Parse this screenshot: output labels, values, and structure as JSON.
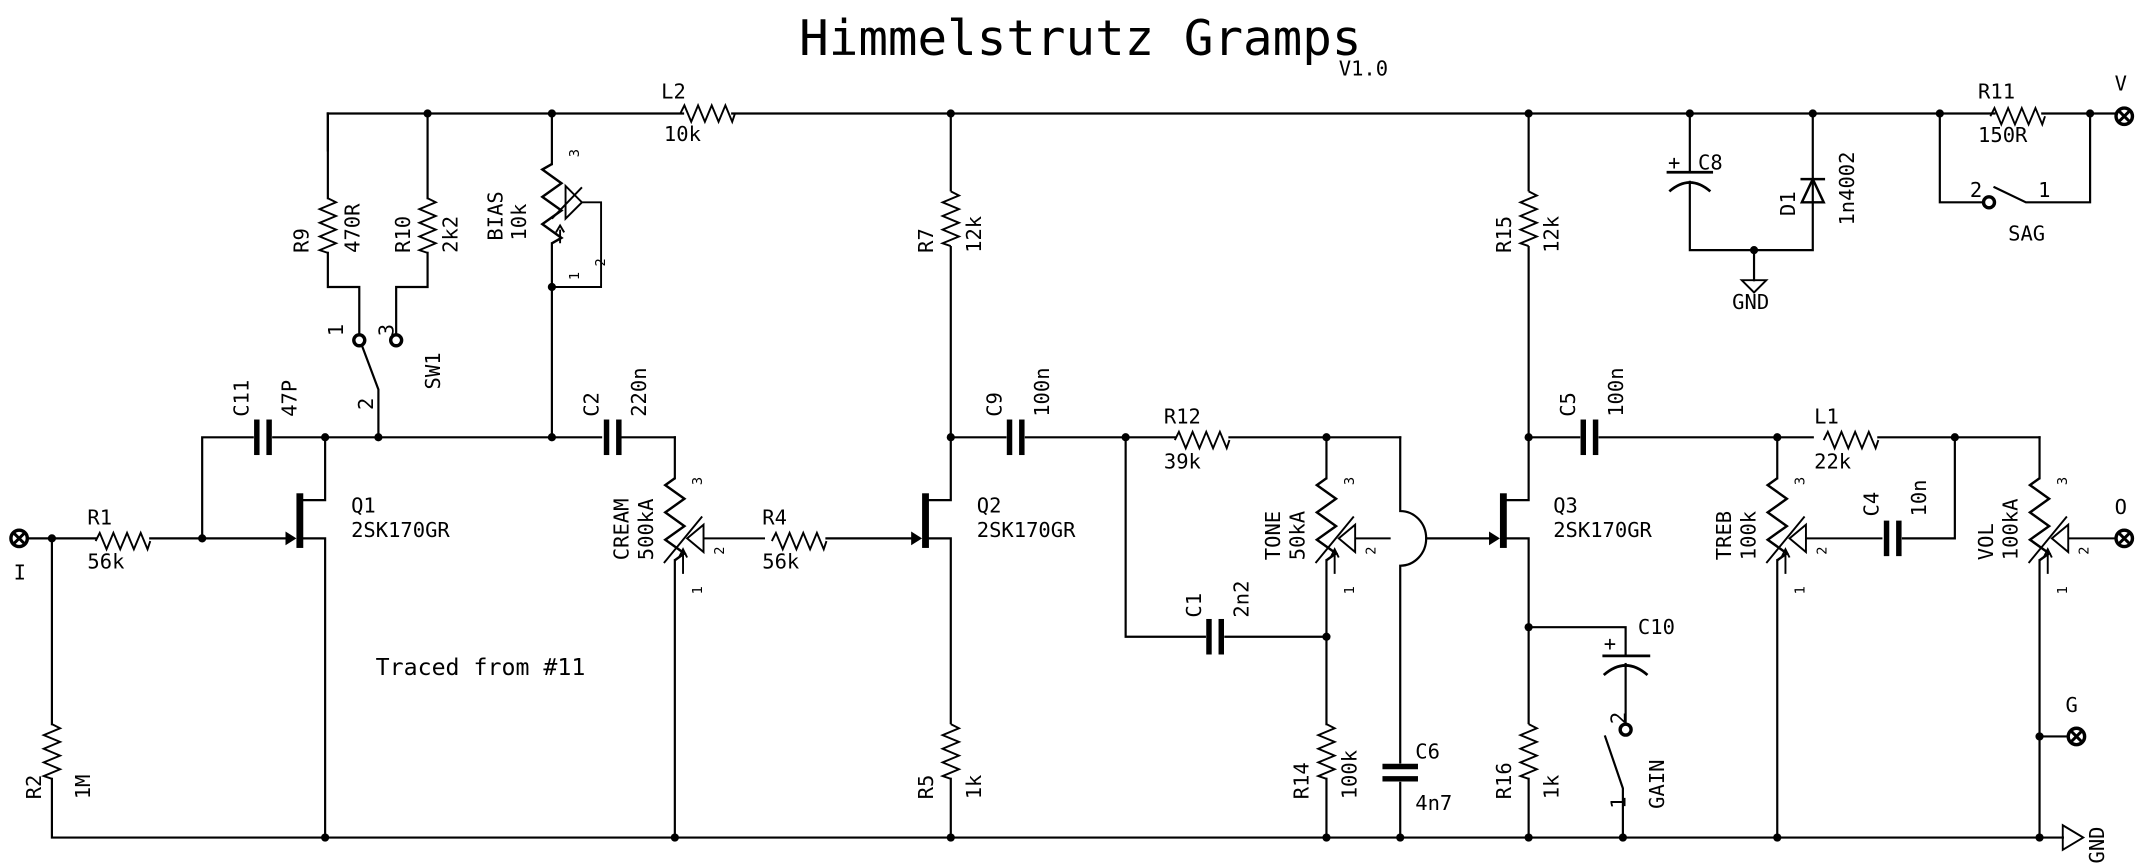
{
  "title": "Himmelstrutz Gramps",
  "version": "V1.0",
  "note": "Traced from #11",
  "colors": {
    "ink": "#000000",
    "background": "#ffffff"
  },
  "terminals": {
    "input": "I",
    "output": "O",
    "power": "V",
    "ground": "G"
  },
  "ground_labels": {
    "psu": "GND",
    "main": "GND"
  },
  "resistors": {
    "R1": {
      "name": "R1",
      "value": "56k"
    },
    "R2": {
      "name": "R2",
      "value": "1M"
    },
    "R4": {
      "name": "R4",
      "value": "56k"
    },
    "R5": {
      "name": "R5",
      "value": "1k"
    },
    "R7": {
      "name": "R7",
      "value": "12k"
    },
    "R9": {
      "name": "R9",
      "value": "470R"
    },
    "R10": {
      "name": "R10",
      "value": "2k2"
    },
    "R11": {
      "name": "R11",
      "value": "150R"
    },
    "R12": {
      "name": "R12",
      "value": "39k"
    },
    "R14": {
      "name": "R14",
      "value": "100k"
    },
    "R15": {
      "name": "R15",
      "value": "12k"
    },
    "R16": {
      "name": "R16",
      "value": "1k"
    },
    "L1": {
      "name": "L1",
      "value": "22k"
    },
    "L2": {
      "name": "L2",
      "value": "10k"
    }
  },
  "capacitors": {
    "C1": {
      "name": "C1",
      "value": "2n2"
    },
    "C2": {
      "name": "C2",
      "value": "220n"
    },
    "C4": {
      "name": "C4",
      "value": "10n"
    },
    "C5": {
      "name": "C5",
      "value": "100n"
    },
    "C6": {
      "name": "C6",
      "value": "4n7"
    },
    "C8": {
      "name": "C8",
      "value": ""
    },
    "C9": {
      "name": "C9",
      "value": "100n"
    },
    "C10": {
      "name": "C10",
      "value": ""
    },
    "C11": {
      "name": "C11",
      "value": "47P"
    }
  },
  "pots": {
    "BIAS": {
      "name": "BIAS",
      "value": "10k"
    },
    "CREAM": {
      "name": "CREAM",
      "value": "500kA"
    },
    "TONE": {
      "name": "TONE",
      "value": "50kA"
    },
    "TREB": {
      "name": "TREB",
      "value": "100k"
    },
    "VOL": {
      "name": "VOL",
      "value": "100kA"
    }
  },
  "pot_pins": {
    "p1": "1",
    "p2": "2",
    "p3": "3"
  },
  "transistors": {
    "Q1": {
      "name": "Q1",
      "value": "2SK170GR"
    },
    "Q2": {
      "name": "Q2",
      "value": "2SK170GR"
    },
    "Q3": {
      "name": "Q3",
      "value": "2SK170GR"
    }
  },
  "diode": {
    "name": "D1",
    "value": "1n4002"
  },
  "switches": {
    "SW1": {
      "name": "SW1",
      "pins": [
        "1",
        "2",
        "3"
      ]
    },
    "SAG": {
      "name": "SAG",
      "pins": [
        "1",
        "2"
      ]
    },
    "GAIN": {
      "name": "GAIN",
      "pins": [
        "1",
        "2"
      ]
    }
  }
}
